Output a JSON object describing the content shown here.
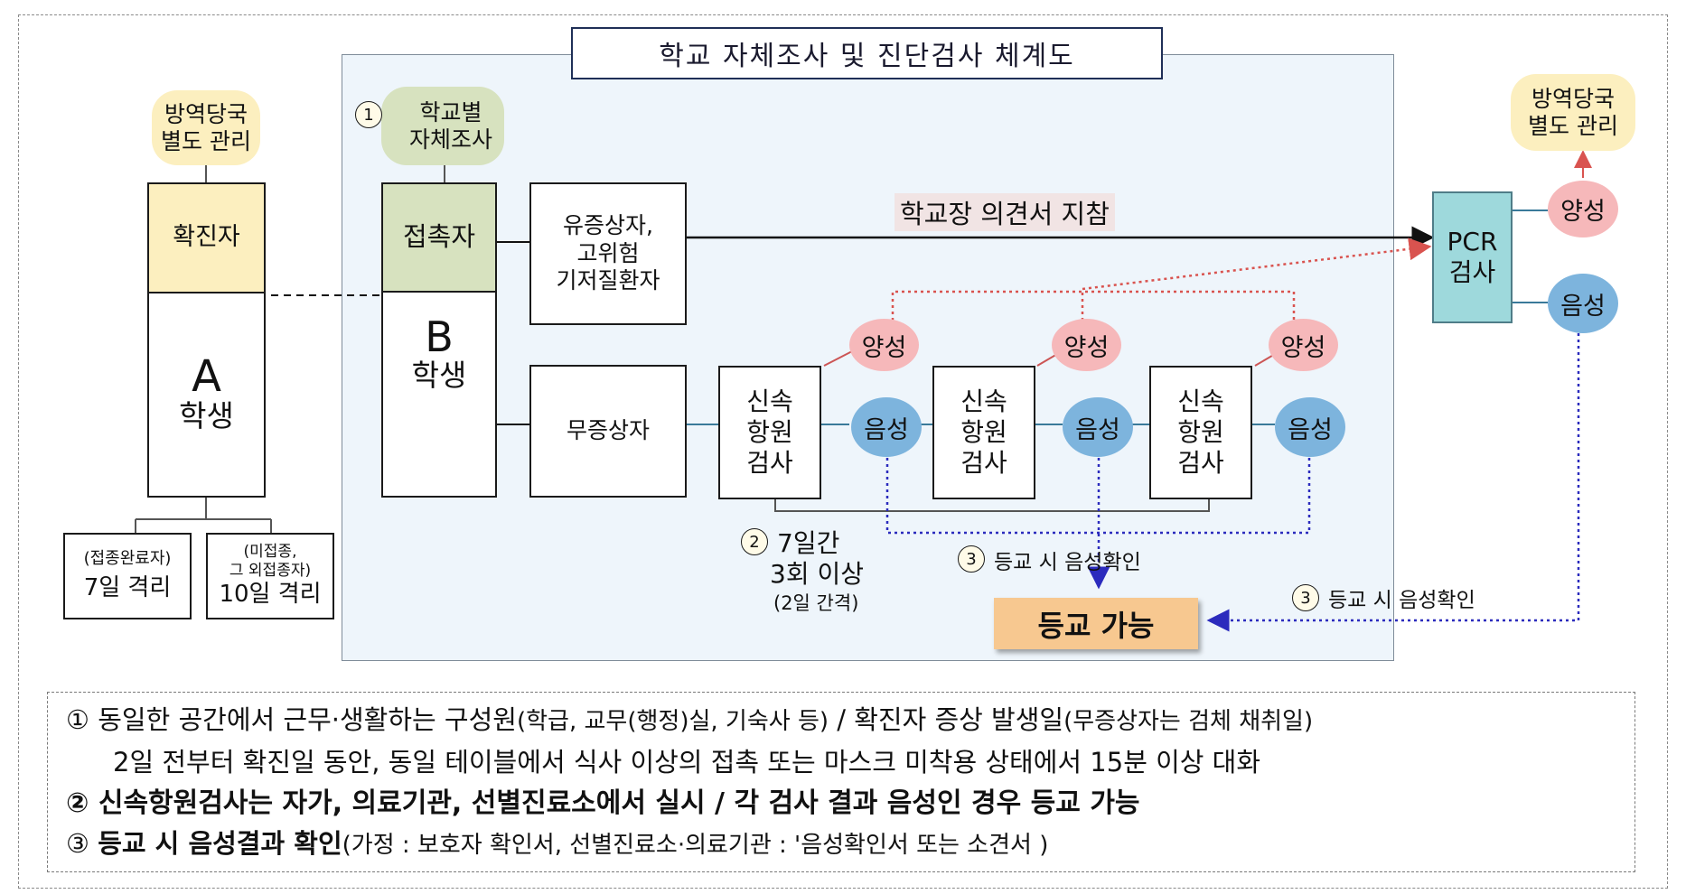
{
  "diagram": {
    "title": "학교 자체조사 및 진단검사 체계도",
    "health_mgmt_left": "방역당국\n별도 관리",
    "health_mgmt_right": "방역당국\n별도 관리",
    "confirmed_label": "확진자",
    "student_a": {
      "letter": "A",
      "label": "학생"
    },
    "quarantine_vaccinated": {
      "small": "(접종완료자)",
      "main": "7일 격리"
    },
    "quarantine_unvaccinated": {
      "small": "(미접종,\n그 외접종자)",
      "main": "10일 격리"
    },
    "school_survey": {
      "num": "1",
      "text": "학교별\n자체조사"
    },
    "contact_label": "접촉자",
    "student_b": {
      "letter": "B",
      "label": "학생"
    },
    "symptomatic_box": "유증상자,\n고위험\n기저질환자",
    "asymptomatic_box": "무증상자",
    "principal_note": "학교장 의견서 지참",
    "pcr_box": "PCR\n검사",
    "rapid_test": "신속\n항원\n검사",
    "positive": "양성",
    "negative": "음성",
    "interval": {
      "num": "2",
      "line1": "7일간",
      "line2": "3회 이상",
      "line3": "(2일 간격)"
    },
    "confirm_mid": {
      "num": "3",
      "text": "등교 시 음성확인"
    },
    "confirm_right": {
      "num": "3",
      "text": "등교 시 음성확인"
    },
    "school_allowed": "등교 가능"
  },
  "notes": {
    "n1_sym": "①",
    "n1_a": "동일한 공간에서 근무·생활하는 구성원",
    "n1_b": "(학급, 교무(행정)실, 기숙사 등)",
    "n1_c": " / 확진자 증상 발생일",
    "n1_d": "(무증상자는 검체 채취일)",
    "n1_line2": "2일 전부터 확진일 동안, 동일 테이블에서 식사 이상의 접촉 또는 마스크 미착용 상태에서 15분 이상 대화",
    "n2": "② 신속항원검사는 자가, 의료기관, 선별진료소에서 실시 / 각 검사 결과 음성인 경우 등교 가능",
    "n3_sym": "③",
    "n3_a": "등교 시 음성결과 확인",
    "n3_b": "(가정 : 보호자 확인서, 선별진료소·의료기관 : '음성확인서 또는 소견서 )"
  },
  "colors": {
    "positive": "#f6b8ba",
    "negative": "#7db4dd",
    "contact": "#d7e2bf",
    "confirmed": "#fcefbf",
    "pcr": "#9ed9dc",
    "allowed": "#f7c890",
    "panel": "#eef5fb"
  }
}
